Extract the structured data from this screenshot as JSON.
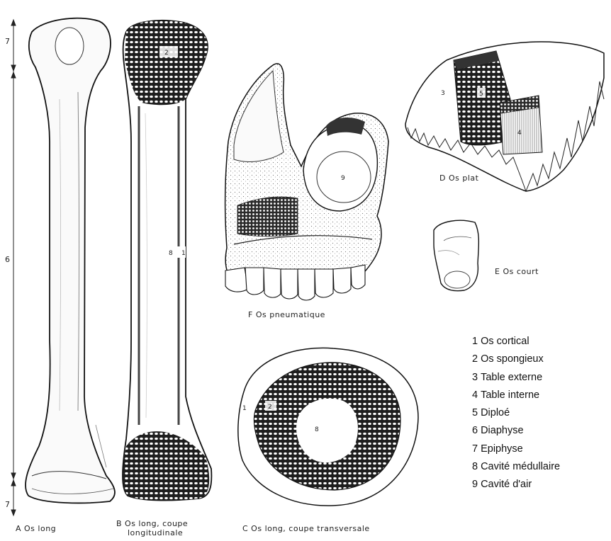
{
  "figures": {
    "A": {
      "caption": "A Os long"
    },
    "B": {
      "caption_line1": "B Os long, coupe",
      "caption_line2": "longitudinale"
    },
    "C": {
      "caption": "C Os long, coupe transversale"
    },
    "D": {
      "caption": "D Os plat"
    },
    "E": {
      "caption": "E Os court"
    },
    "F": {
      "caption": "F Os pneumatique"
    }
  },
  "scale_labels": {
    "epiphysis_top": "7",
    "diaphysis": "6",
    "epiphysis_bottom": "7"
  },
  "markers": {
    "B": [
      "2",
      "8",
      "1"
    ],
    "C": [
      "1",
      "2",
      "8"
    ],
    "D": [
      "3",
      "5",
      "4"
    ],
    "F": [
      "9"
    ]
  },
  "legend": [
    {
      "number": "1",
      "label": "Os cortical"
    },
    {
      "number": "2",
      "label": "Os spongieux"
    },
    {
      "number": "3",
      "label": "Table externe"
    },
    {
      "number": "4",
      "label": "Table interne"
    },
    {
      "number": "5",
      "label": "Diploé"
    },
    {
      "number": "6",
      "label": "Diaphyse"
    },
    {
      "number": "7",
      "label": "Epiphyse"
    },
    {
      "number": "8",
      "label": "Cavité médullaire"
    },
    {
      "number": "9",
      "label": "Cavité d'air"
    }
  ]
}
